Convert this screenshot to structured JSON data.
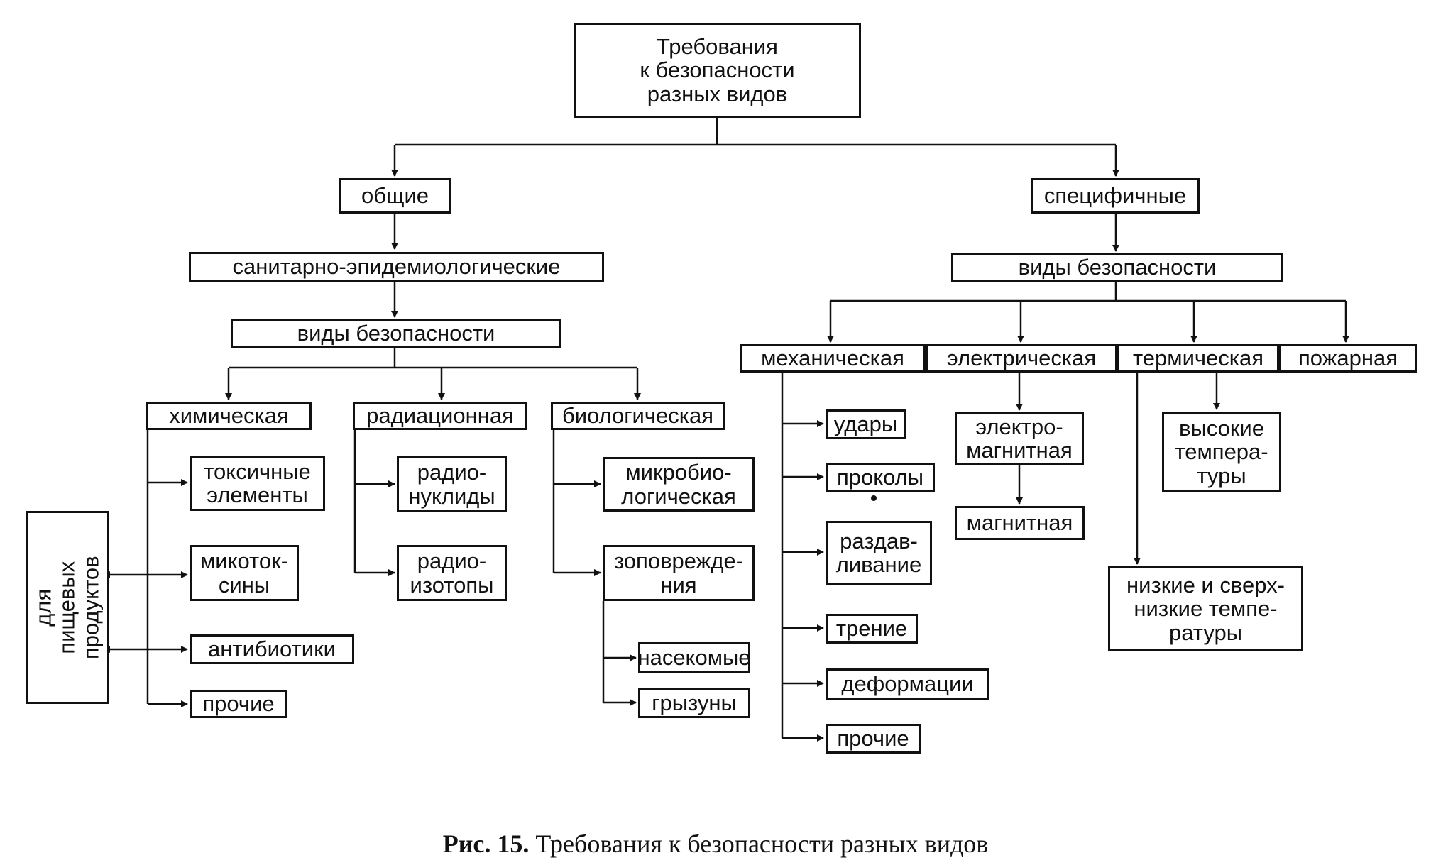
{
  "nodes": {
    "root": "Требования\nк безопасности\nразных видов",
    "general": "общие",
    "specific": "специфичные",
    "sanitary": "санитарно-эпидемиологические",
    "kinds_left": "виды безопасности",
    "kinds_right": "виды безопасности",
    "chemical": "химическая",
    "radiation": "радиационная",
    "biological": "биологическая",
    "toxic": "токсичные\nэлементы",
    "mycotoxins": "микоток-\nсины",
    "antibiotics": "антибиотики",
    "chem_other": "прочие",
    "radionuclides": "радио-\nнуклиды",
    "radioisotopes": "радио-\nизотопы",
    "microbiological": "микробио-\nлогическая",
    "zoodamage": "зоповрежде-\nния",
    "insects": "насекомые",
    "rodents": "грызуны",
    "food": "для пищевых\nпродуктов",
    "mechanical": "механическая",
    "electrical": "электрическая",
    "thermal": "термическая",
    "fire": "пожарная",
    "impacts": "удары",
    "punctures": "проколы",
    "crushing": "раздав-\nливание",
    "friction": "трение",
    "deformations": "деформации",
    "mech_other": "прочие",
    "electromagnetic": "электро-\nмагнитная",
    "magnetic": "магнитная",
    "high_temp": "высокие\nтемпера-\nтуры",
    "low_temp": "низкие и сверх-\nнизкие темпе-\nратуры"
  },
  "caption": {
    "label": "Рис. 15.",
    "text": "Требования к безопасности разных видов"
  }
}
